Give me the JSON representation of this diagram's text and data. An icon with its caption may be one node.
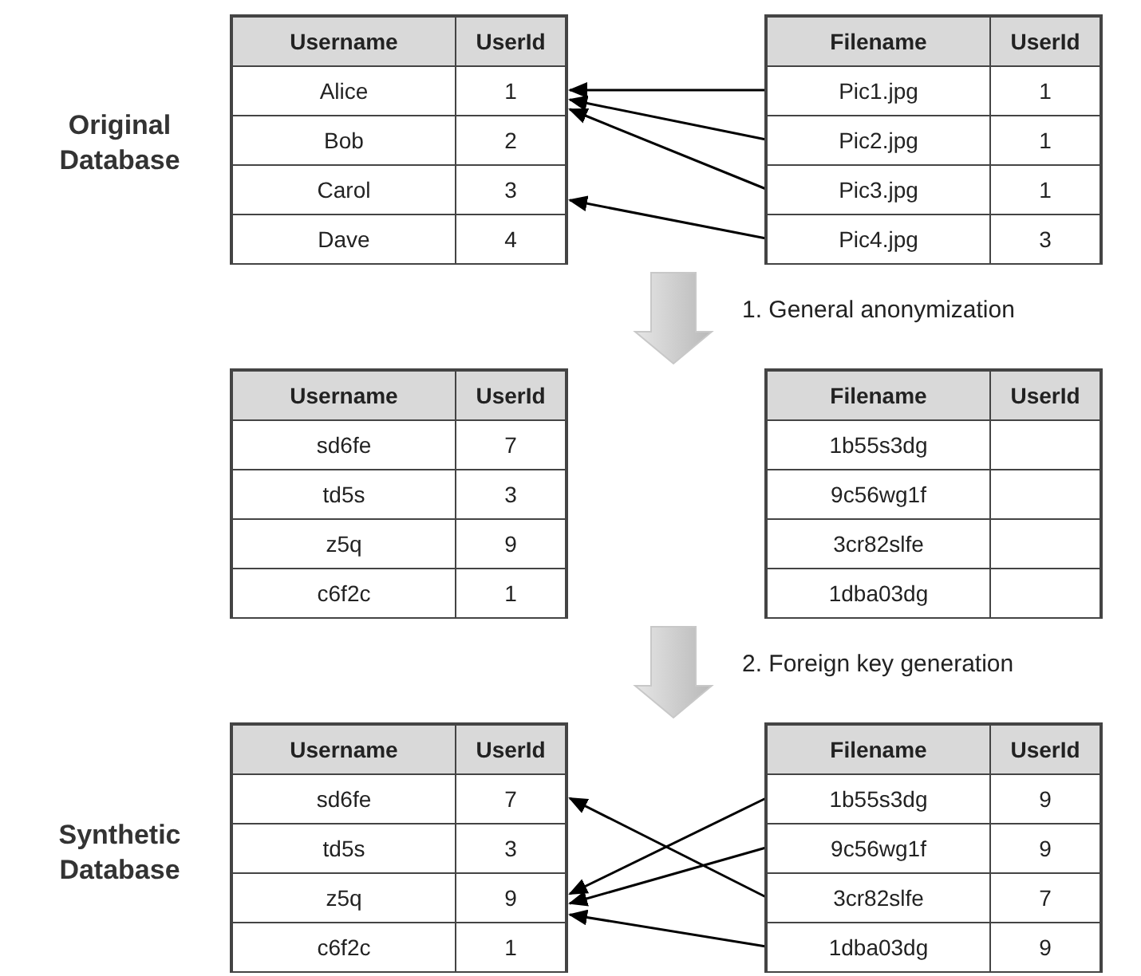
{
  "diagram": {
    "nodes": [
      {
        "text": [],
        "shape": "box"
      },
      {
        "text": [
          "Username",
          "UserId"
        ],
        "in": 0
      },
      {
        "text": [
          "Alice",
          "1"
        ],
        "in": 0
      },
      {
        "text": [
          "Bob",
          "2"
        ],
        "in": 0
      },
      {
        "text": [
          "Carol",
          "3"
        ],
        "in": 0
      },
      {
        "text": [
          "Dave",
          "4"
        ],
        "in": 0
      },
      {
        "text": [],
        "shape": "box"
      },
      {
        "text": [
          "Filename",
          "UserId"
        ],
        "in": 6
      },
      {
        "text": [
          "Pic1.jpg",
          "1"
        ],
        "in": 6
      },
      {
        "text": [
          "Pic2.jpg",
          "1"
        ],
        "in": 6
      },
      {
        "text": [
          "Pic3.jpg",
          "1"
        ],
        "in": 6
      },
      {
        "text": [
          "Pic4.jpg",
          "3"
        ],
        "in": 6
      },
      {
        "text": [],
        "shape": "box"
      },
      {
        "text": [
          "Username",
          "UserId"
        ],
        "in": 12
      },
      {
        "text": [
          "sd6fe",
          "7"
        ],
        "in": 12
      },
      {
        "text": [
          "td5s",
          "3"
        ],
        "in": 12
      },
      {
        "text": [
          "z5q",
          "9"
        ],
        "in": 12
      },
      {
        "text": [
          "c6f2c",
          "1"
        ],
        "in": 12
      },
      {
        "text": [],
        "shape": "box"
      },
      {
        "text": [
          "Filename",
          "UserId"
        ],
        "in": 18
      },
      {
        "text": [
          "1b55s3dg"
        ],
        "in": 18
      },
      {
        "text": [
          "9c56wg1f"
        ],
        "in": 18
      },
      {
        "text": [
          "3cr82slfe"
        ],
        "in": 18
      },
      {
        "text": [
          "1dba03dg"
        ],
        "in": 18
      },
      {
        "text": [],
        "shape": "box"
      },
      {
        "text": [
          "Username",
          "UserId"
        ],
        "in": 24
      },
      {
        "text": [
          "sd6fe",
          "7"
        ],
        "in": 24
      },
      {
        "text": [
          "td5s",
          "3"
        ],
        "in": 24
      },
      {
        "text": [
          "z5q",
          "9"
        ],
        "in": 24
      },
      {
        "text": [
          "c6f2c",
          "1"
        ],
        "in": 24
      },
      {
        "text": [],
        "shape": "box"
      },
      {
        "text": [
          "Filename",
          "UserId"
        ],
        "in": 30
      },
      {
        "text": [
          "1b55s3dg",
          "9"
        ],
        "in": 30
      },
      {
        "text": [
          "9c56wg1f",
          "9"
        ],
        "in": 30
      },
      {
        "text": [
          "3cr82slfe",
          "7"
        ],
        "in": 30
      },
      {
        "text": [
          "1dba03dg",
          "9"
        ],
        "in": 30
      }
    ],
    "edges": [
      {
        "from": 8,
        "to": 2,
        "arrow": "to"
      },
      {
        "from": 9,
        "to": 2,
        "arrow": "to"
      },
      {
        "from": 10,
        "to": 2,
        "arrow": "to"
      },
      {
        "from": 11,
        "to": 4,
        "arrow": "to"
      },
      {
        "from": 0,
        "to": 12,
        "arrow": "to",
        "label": "1. General anonymization",
        "style": "thick",
        "color": "#c8c8c8"
      },
      {
        "from": 12,
        "to": 24,
        "arrow": "to",
        "label": "2. Foreign key generation",
        "style": "thick",
        "color": "#c8c8c8"
      },
      {
        "from": 32,
        "to": 28,
        "arrow": "to"
      },
      {
        "from": 33,
        "to": 28,
        "arrow": "to"
      },
      {
        "from": 34,
        "to": 26,
        "arrow": "to"
      },
      {
        "from": 35,
        "to": 28,
        "arrow": "to"
      }
    ],
    "labels": [
      "Original Database",
      "Synthetic Database"
    ]
  }
}
